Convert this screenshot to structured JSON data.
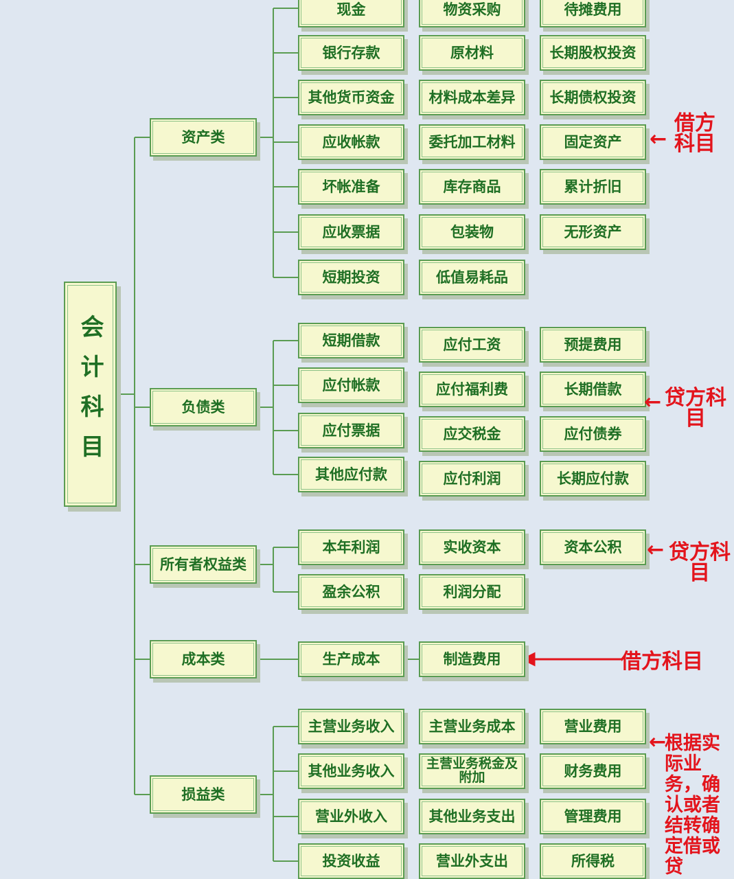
{
  "root": "会计科目",
  "categories": {
    "assets": "资产类",
    "liabilities": "负债类",
    "equity": "所有者权益类",
    "cost": "成本类",
    "profit_loss": "损益类"
  },
  "assets": {
    "col1": [
      "现金",
      "银行存款",
      "其他货币资金",
      "应收帐款",
      "坏帐准备",
      "应收票据",
      "短期投资"
    ],
    "col2": [
      "物资采购",
      "原材料",
      "材料成本差异",
      "委托加工材料",
      "库存商品",
      "包装物",
      "低值易耗品"
    ],
    "col3": [
      "待摊费用",
      "长期股权投资",
      "长期债权投资",
      "固定资产",
      "累计折旧",
      "无形资产"
    ]
  },
  "liabilities": {
    "col1": [
      "短期借款",
      "应付帐款",
      "应付票据",
      "其他应付款"
    ],
    "col2": [
      "应付工资",
      "应付福利费",
      "应交税金",
      "应付利润"
    ],
    "col3": [
      "预提费用",
      "长期借款",
      "应付债券",
      "长期应付款"
    ]
  },
  "equity": {
    "col1": [
      "本年利润",
      "盈余公积"
    ],
    "col2": [
      "实收资本",
      "利润分配"
    ],
    "col3": [
      "资本公积"
    ]
  },
  "cost": {
    "col1": [
      "生产成本"
    ],
    "col2": [
      "制造费用"
    ]
  },
  "profit_loss": {
    "col1": [
      "主营业务收入",
      "其他业务收入",
      "营业外收入",
      "投资收益"
    ],
    "col2": [
      "主营业务成本",
      "主营业务税金及附加",
      "其他业务支出",
      "营业外支出"
    ],
    "col3": [
      "营业费用",
      "财务费用",
      "管理费用",
      "所得税"
    ]
  },
  "annotations": {
    "assets": "借方科目",
    "liabilities": "贷方科目",
    "equity": "贷方科目",
    "cost": "借方科目",
    "profit_loss": "根据实际业务，确认或者结转确定借或贷"
  },
  "colors": {
    "accent": "#1f6f24",
    "line": "#5a9c52",
    "annotation": "#e3141c",
    "background": "#dfe7f1"
  }
}
